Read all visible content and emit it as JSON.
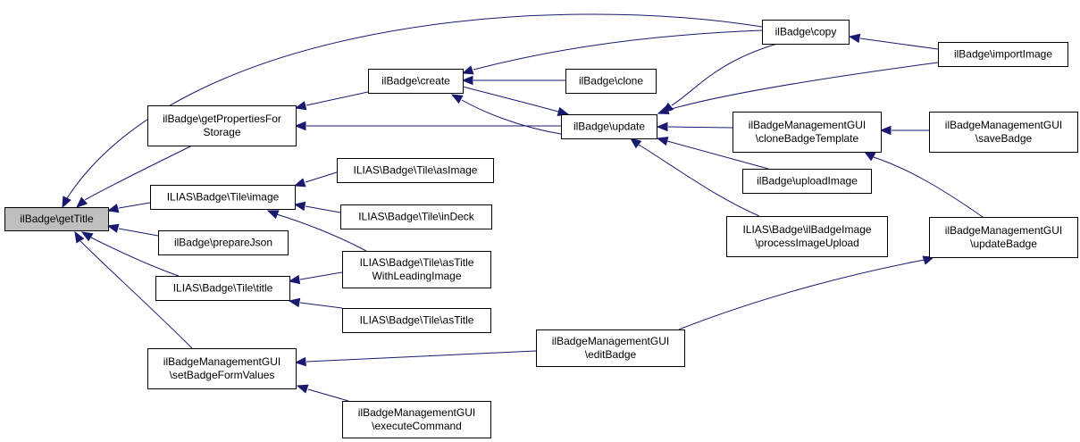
{
  "title": "ilBadge\\getTitle caller graph",
  "colors": {
    "edge": "#191970",
    "root_fill": "#bfbfbf",
    "node_fill": "#ffffff",
    "node_border": "#000000"
  },
  "nodes": [
    {
      "id": "getTitle",
      "lines": [
        "ilBadge\\getTitle"
      ],
      "root": true
    },
    {
      "id": "getPropertiesForStorage",
      "lines": [
        "ilBadge\\getPropertiesFor",
        "Storage"
      ]
    },
    {
      "id": "tileImage",
      "lines": [
        "ILIAS\\Badge\\Tile\\image"
      ]
    },
    {
      "id": "prepareJson",
      "lines": [
        "ilBadge\\prepareJson"
      ]
    },
    {
      "id": "tileTitle",
      "lines": [
        "ILIAS\\Badge\\Tile\\title"
      ]
    },
    {
      "id": "setBadgeFormValues",
      "lines": [
        "ilBadgeManagementGUI",
        "\\setBadgeFormValues"
      ]
    },
    {
      "id": "create",
      "lines": [
        "ilBadge\\create"
      ]
    },
    {
      "id": "update",
      "lines": [
        "ilBadge\\update"
      ]
    },
    {
      "id": "clone",
      "lines": [
        "ilBadge\\clone"
      ]
    },
    {
      "id": "copy",
      "lines": [
        "ilBadge\\copy"
      ]
    },
    {
      "id": "importImage",
      "lines": [
        "ilBadge\\importImage"
      ]
    },
    {
      "id": "cloneBadgeTemplate",
      "lines": [
        "ilBadgeManagementGUI",
        "\\cloneBadgeTemplate"
      ]
    },
    {
      "id": "saveBadge",
      "lines": [
        "ilBadgeManagementGUI",
        "\\saveBadge"
      ]
    },
    {
      "id": "uploadImage",
      "lines": [
        "ilBadge\\uploadImage"
      ]
    },
    {
      "id": "processImageUpload",
      "lines": [
        "ILIAS\\Badge\\ilBadgeImage",
        "\\processImageUpload"
      ]
    },
    {
      "id": "updateBadge",
      "lines": [
        "ilBadgeManagementGUI",
        "\\updateBadge"
      ]
    },
    {
      "id": "asImage",
      "lines": [
        "ILIAS\\Badge\\Tile\\asImage"
      ]
    },
    {
      "id": "inDeck",
      "lines": [
        "ILIAS\\Badge\\Tile\\inDeck"
      ]
    },
    {
      "id": "asTitleWithLeadingImage",
      "lines": [
        "ILIAS\\Badge\\Tile\\asTitle",
        "WithLeadingImage"
      ]
    },
    {
      "id": "asTitle",
      "lines": [
        "ILIAS\\Badge\\Tile\\asTitle"
      ]
    },
    {
      "id": "editBadge",
      "lines": [
        "ilBadgeManagementGUI",
        "\\editBadge"
      ]
    },
    {
      "id": "executeCommand",
      "lines": [
        "ilBadgeManagementGUI",
        "\\executeCommand"
      ]
    }
  ],
  "edges": [
    {
      "from": "copy",
      "to": "getTitle"
    },
    {
      "from": "getPropertiesForStorage",
      "to": "getTitle"
    },
    {
      "from": "tileImage",
      "to": "getTitle"
    },
    {
      "from": "prepareJson",
      "to": "getTitle"
    },
    {
      "from": "tileTitle",
      "to": "getTitle"
    },
    {
      "from": "setBadgeFormValues",
      "to": "getTitle"
    },
    {
      "from": "create",
      "to": "getPropertiesForStorage"
    },
    {
      "from": "update",
      "to": "getPropertiesForStorage"
    },
    {
      "from": "copy",
      "to": "create"
    },
    {
      "from": "clone",
      "to": "create"
    },
    {
      "from": "update",
      "to": "create"
    },
    {
      "from": "create",
      "to": "update"
    },
    {
      "from": "copy",
      "to": "update"
    },
    {
      "from": "importImage",
      "to": "update"
    },
    {
      "from": "cloneBadgeTemplate",
      "to": "update"
    },
    {
      "from": "uploadImage",
      "to": "update"
    },
    {
      "from": "processImageUpload",
      "to": "update"
    },
    {
      "from": "importImage",
      "to": "copy"
    },
    {
      "from": "saveBadge",
      "to": "cloneBadgeTemplate"
    },
    {
      "from": "updateBadge",
      "to": "cloneBadgeTemplate"
    },
    {
      "from": "asImage",
      "to": "tileImage"
    },
    {
      "from": "inDeck",
      "to": "tileImage"
    },
    {
      "from": "asTitleWithLeadingImage",
      "to": "tileImage"
    },
    {
      "from": "asTitleWithLeadingImage",
      "to": "tileTitle"
    },
    {
      "from": "asTitle",
      "to": "tileTitle"
    },
    {
      "from": "editBadge",
      "to": "setBadgeFormValues"
    },
    {
      "from": "executeCommand",
      "to": "setBadgeFormValues"
    },
    {
      "from": "editBadge",
      "to": "updateBadge"
    }
  ]
}
